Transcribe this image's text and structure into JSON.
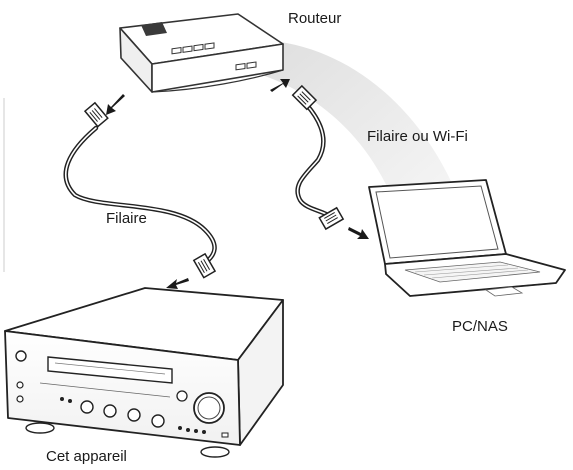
{
  "labels": {
    "router": "Routeur",
    "wired_or_wifi": "Filaire ou Wi-Fi",
    "wired": "Filaire",
    "pc_nas": "PC/NAS",
    "this_unit": "Cet appareil"
  }
}
